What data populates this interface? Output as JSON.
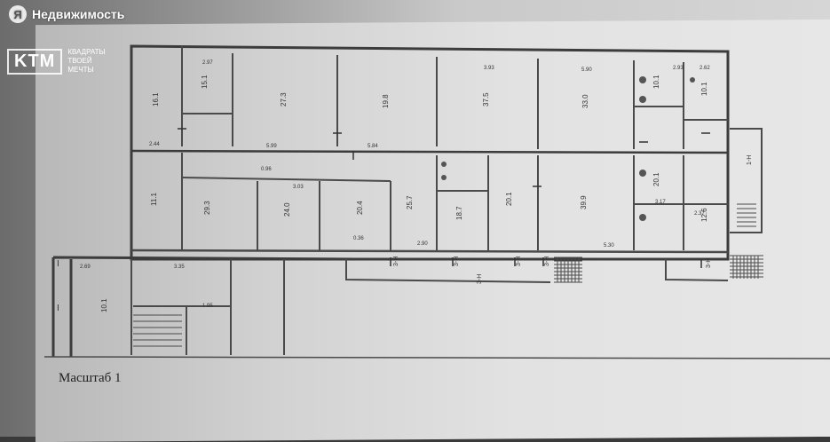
{
  "watermark": {
    "site_logo_glyph": "Я",
    "site_name": "Недвижимость",
    "brand": "KTM",
    "tagline": [
      "КВАДРАТЫ",
      "ТВОЕЙ",
      "МЕЧТЫ"
    ]
  },
  "plan": {
    "caption": "Масштаб 1",
    "room_labels": [
      "16.1",
      "15.1",
      "27.3",
      "19.8",
      "37.5",
      "33.0",
      "10.1",
      "10.1",
      "11.1",
      "29.3",
      "24.0",
      "20.4",
      "25.7",
      "18.7",
      "20.1",
      "39.9",
      "20.1",
      "12.6",
      "10.1"
    ],
    "dimension_labels": [
      "2.97",
      "3.93",
      "5.90",
      "2.93",
      "2.62",
      "5.99",
      "5.84",
      "0.96",
      "3.03",
      "2.90",
      "5.30",
      "2.44",
      "0.36",
      "3.17",
      "2.37",
      "2.69",
      "3.35",
      "1.95"
    ],
    "door_marks": [
      "3-Н",
      "3-Н",
      "3-Н",
      "3-Н",
      "3-Н",
      "3-Н",
      "1-Н"
    ],
    "side_marks": [
      "I",
      "I"
    ]
  }
}
